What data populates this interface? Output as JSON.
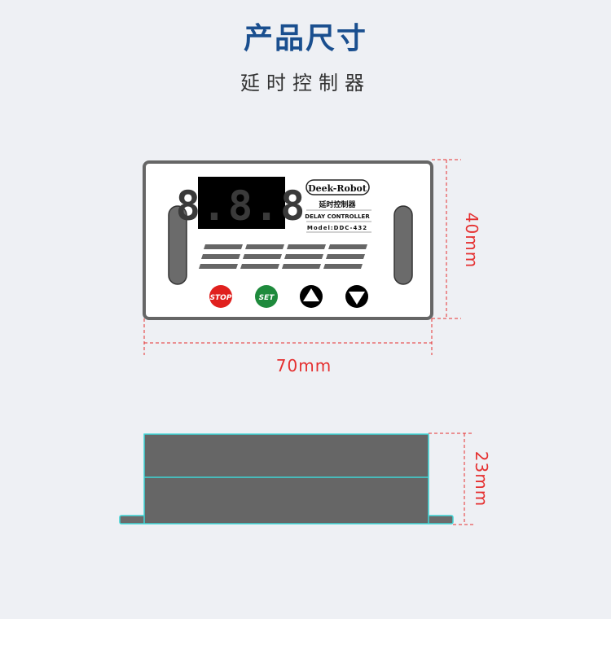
{
  "header": {
    "title": "产品尺寸",
    "subtitle": "延时控制器"
  },
  "device": {
    "display_digits": "8.8.8",
    "brand": "Deek-Robot",
    "name_cn": "延时控制器",
    "name_en": "DELAY CONTROLLER",
    "model": "Model:DDC-432",
    "buttons": {
      "stop": "STOP",
      "set": "SET"
    }
  },
  "dimensions": {
    "width": "70mm",
    "height": "40mm",
    "depth": "23mm"
  },
  "colors": {
    "title": "#1a4f8f",
    "dimension": "#e53030",
    "stop_button": "#e0201e",
    "set_button": "#1e8a3c",
    "side_outline": "#3fd6d6",
    "body_gray": "#666666"
  }
}
